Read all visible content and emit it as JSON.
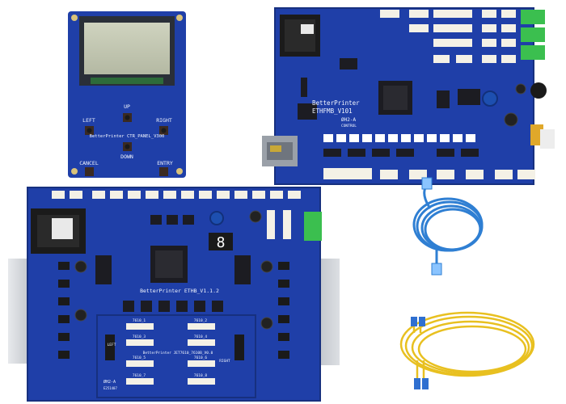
{
  "control_panel": {
    "board_name": "BetterPrinter CTR_PANEL_V300",
    "buttons": {
      "up": "UP",
      "left": "LEFT",
      "right": "RIGHT",
      "down": "DOWN",
      "cancel": "CANCEL",
      "entry": "ENTRY"
    }
  },
  "main_board": {
    "board_name_line1": "BetterPrinter",
    "board_name_line2": "ETHFMB_V101",
    "marking": "ØH2-A",
    "marking_sub": "CONTROL"
  },
  "head_board": {
    "board_name": "BetterPrinter ETHB_V1.1.2",
    "digit": "8"
  },
  "adapter_board": {
    "board_name": "BetterPrinter JET7610_7610B_V0.0",
    "labels": [
      "7610_1",
      "7610_2",
      "7610_3",
      "7610_4",
      "7610_5",
      "7610_6",
      "7610_7",
      "7610_8"
    ],
    "left_label": "LEFT",
    "right_label": "RIGHT",
    "marking": "ØH2-A",
    "marking_sub": "E251407"
  },
  "accessories": [
    "blue-ethernet-cable",
    "yellow-fiber-optic-cable"
  ],
  "colors": {
    "pcb_blue": "#1f3fa8",
    "pcb_dark": "#17307f",
    "heatsink": "#c9ccd1",
    "cable_blue": "#2f7fd3",
    "cable_yellow": "#e8c020",
    "terminal_green": "#3bbf4f"
  }
}
